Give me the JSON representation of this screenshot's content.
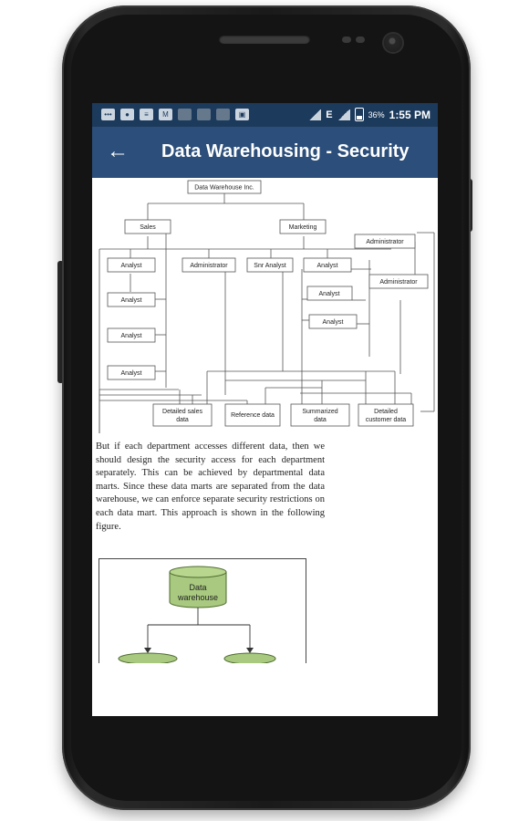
{
  "status_bar": {
    "battery_percent": "36%",
    "time": "1:55 PM",
    "network": "E"
  },
  "app_bar": {
    "title": "Data Warehousing - Security",
    "back_icon": "arrow-left-icon"
  },
  "diagram": {
    "nodes": {
      "root": "Data Warehouse Inc.",
      "sales": "Sales",
      "marketing": "Marketing",
      "administrator_top": "Administrator",
      "analyst_1": "Analyst",
      "administrator_mid": "Administrator",
      "snr_analyst": "Snr Analyst",
      "analyst_m1": "Analyst",
      "administrator_right": "Administrator",
      "analyst_2": "Analyst",
      "analyst_m2": "Analyst",
      "analyst_m3": "Analyst",
      "analyst_3": "Analyst",
      "analyst_4": "Analyst",
      "detailed_sales_data": [
        "Detailed sales",
        "data"
      ],
      "reference_data": "Reference data",
      "summarized_data": [
        "Summarized",
        "data"
      ],
      "detailed_customer_data": [
        "Detailed",
        "customer data"
      ]
    }
  },
  "paragraph": "But if each department accesses different data, then we should design the security access for each department separately. This can be achieved by departmental data marts. Since these data marts are separated from the data warehouse, we can enforce separate security restrictions on each data mart. This approach is shown in the following figure.",
  "figure2": {
    "cylinder_label": [
      "Data",
      "warehouse"
    ],
    "colors": {
      "cylinder_fill": "#a8c97f",
      "cylinder_stroke": "#4d6b2e"
    }
  },
  "colors": {
    "status_bar": "#1c3a5c",
    "app_bar": "#2c4e7a"
  }
}
